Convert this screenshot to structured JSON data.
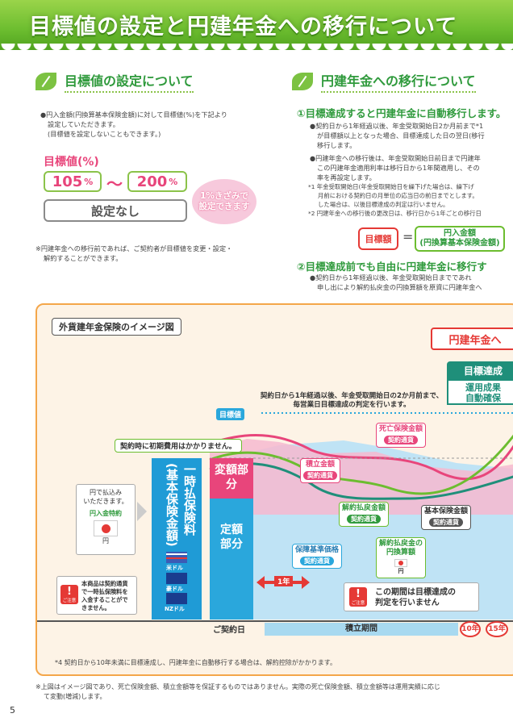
{
  "banner": {
    "title": "目標値の設定と円建年金への移行について"
  },
  "left": {
    "heading": "目標値の設定について",
    "bullet_l1": "●円入金額(円換算基本保険金額)に対して目標値(%)を下記より",
    "bullet_l2": "設定していただきます。",
    "bullet_l3": "(目標値を設定しないこともできます。)",
    "target_label": "目標値(%)",
    "low_value": "105",
    "high_value": "200",
    "pct": "%",
    "range_sep": "〜",
    "none_option": "設定なし",
    "step_note_l1": "1%きざみで",
    "step_note_l2": "設定できます",
    "footnote_l1": "※円建年金への移行前であれば、ご契約者が目標値を変更・設定・",
    "footnote_l2": "解約することができます。"
  },
  "right": {
    "heading": "円建年金への移行について",
    "h1": "①目標達成すると円建年金に自動移行します。",
    "p1_l1": "●契約日から1年経過以後、年金受取開始日2か月前まで*1",
    "p1_l2": "が目標額以上となった場合、目標達成した日の翌日(移行",
    "p1_l3": "移行します。",
    "p2_l1": "●円建年金への移行後は、年金受取開始日前日まで円建年",
    "p2_l2": "この円建年金適用利率は移行日から1年間適用し、その",
    "p2_l3": "率を再設定します。",
    "n1_l1": "*1 年金受取開始日(年金受取開始日を繰下げた場合は、繰下げ",
    "n1_l2": "月前における契約日の月単位の応当日の前日までとします。",
    "n1_l3": "した場合は、以後目標達成の判定は行いません。",
    "n2": "*2 円建年金への移行後の更改日は、移行日から1年ごとの移行日",
    "eq_left": "目標額",
    "eq_sign": "=",
    "eq_right_l1": "円入金額",
    "eq_right_l2": "(円換算基本保険金額)",
    "h2": "②目標達成前でも自由に円建年金に移行す",
    "p3_l1": "●契約日から1年経過以後、年金受取開始日までであれ",
    "p3_l2": "申し出により解約払戻金の円換算額を原資に円建年金へ"
  },
  "diagram": {
    "title": "外貨建年金保険のイメージ図",
    "to_yen": "円建年金へ",
    "achieved": "目標達成",
    "achieved_sub_l1": "運用成果",
    "achieved_sub_l2": "自動確保",
    "judge_l1": "契約日から1年経過以後、年金受取開始日の2か月前まで、",
    "judge_l2": "毎営業日目標達成の判定を行います。",
    "target_tag": "目標値",
    "no_fee": "契約時に初期費用はかかりません。",
    "pay_yen_l1": "円で払込み",
    "pay_yen_l2": "いただきます。",
    "yen_rider": "円入金特約",
    "yen": "円",
    "premium_l1": "一時払保険料",
    "premium_l2": "(基本保険金額)",
    "usd": "米ドル",
    "aud": "豪ドル",
    "nzd": "NZドル",
    "variable": "変額部分",
    "fixed": "定額部分",
    "death_benefit": "死亡保険金額",
    "accumulation": "積立金額",
    "surrender": "解約払戻金額",
    "base_amount": "基本保険金額",
    "guarantee": "保障基準価格",
    "surrender_yen_l1": "解約払戻金の",
    "surrender_yen_l2": "円換算額",
    "contract_ccy": "契約通貨",
    "one_year": "1年",
    "caution_l1": "本商品は契約通貨",
    "caution_l2": "で一時払保険料を",
    "caution_l3": "入金することがで",
    "caution_l4": "きません。",
    "caution2_l1": "この期間は目標達成の",
    "caution2_l2": "判定を行いません",
    "contract_date": "ご契約日",
    "accum_period": "積立期間",
    "y10": "10年",
    "y15": "15年",
    "note4": "*4 契約日から10年未満に目標達成し、円建年金に自動移行する場合は、解約控除がかかります。"
  },
  "footer": {
    "note_l1": "※上図はイメージ図であり、死亡保険金額、積立金額等を保証するものではありません。実際の死亡保険金額、積立金額等は運用実績に応じ",
    "note_l2": "て変動(増減)します。",
    "page": "5"
  }
}
